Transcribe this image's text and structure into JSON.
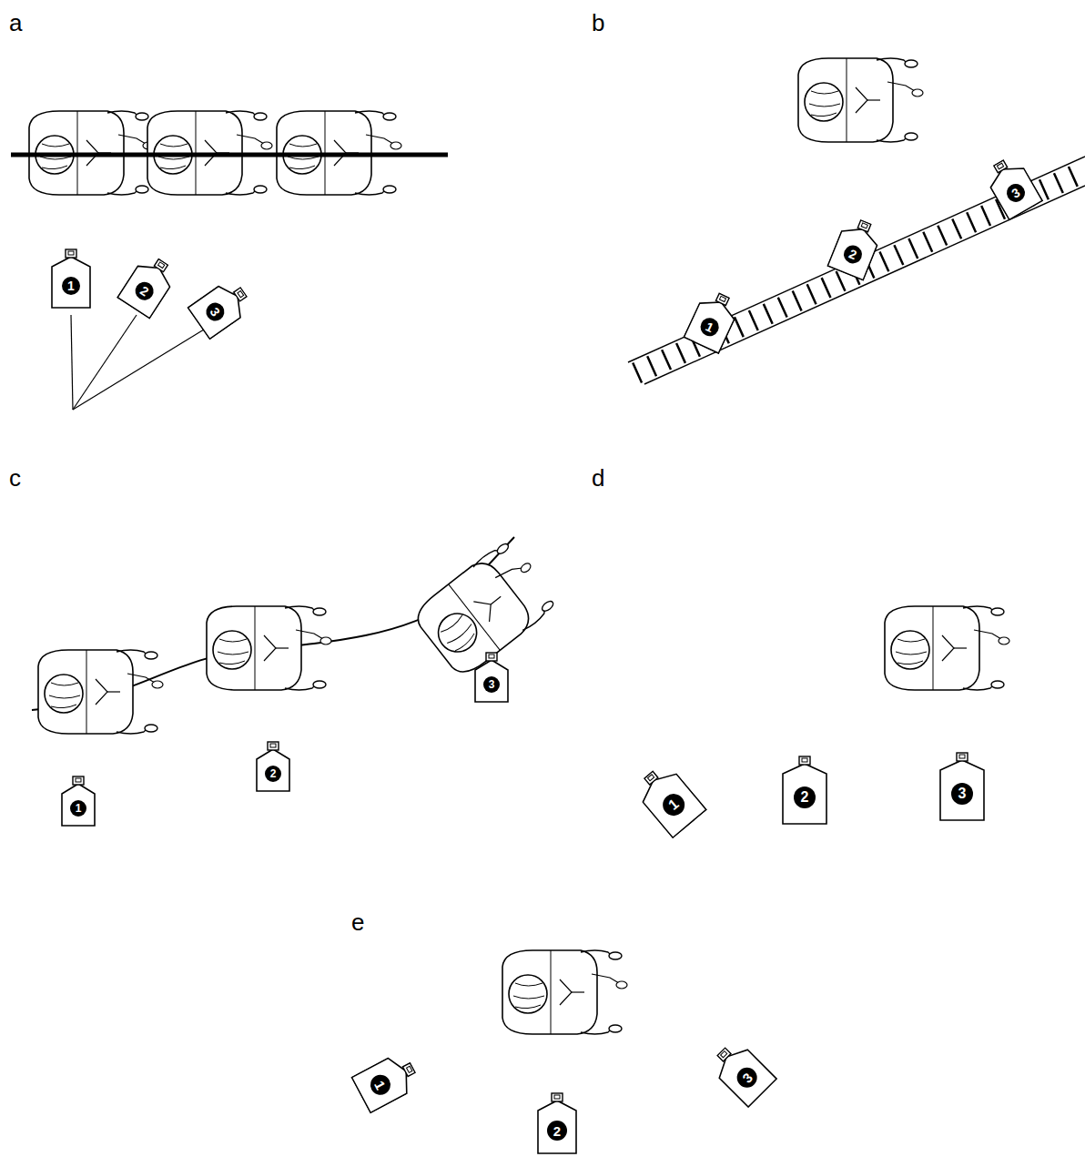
{
  "diagram": {
    "nodes": [
      {
        "text": [
          "1"
        ]
      },
      {
        "text": [
          "2"
        ]
      },
      {
        "text": [
          "3"
        ]
      },
      {
        "text": [
          "1"
        ]
      },
      {
        "text": [
          "2"
        ]
      },
      {
        "text": [
          "3"
        ]
      },
      {
        "text": [
          "1"
        ]
      },
      {
        "text": [
          "2"
        ]
      },
      {
        "text": [
          "3"
        ]
      },
      {
        "text": [
          "1"
        ]
      },
      {
        "text": [
          "2"
        ]
      },
      {
        "text": [
          "3"
        ]
      },
      {
        "text": [
          "1"
        ]
      },
      {
        "text": [
          "2"
        ]
      },
      {
        "text": [
          "3"
        ]
      }
    ],
    "labels": [
      "a",
      "b",
      "c",
      "d",
      "e"
    ]
  }
}
